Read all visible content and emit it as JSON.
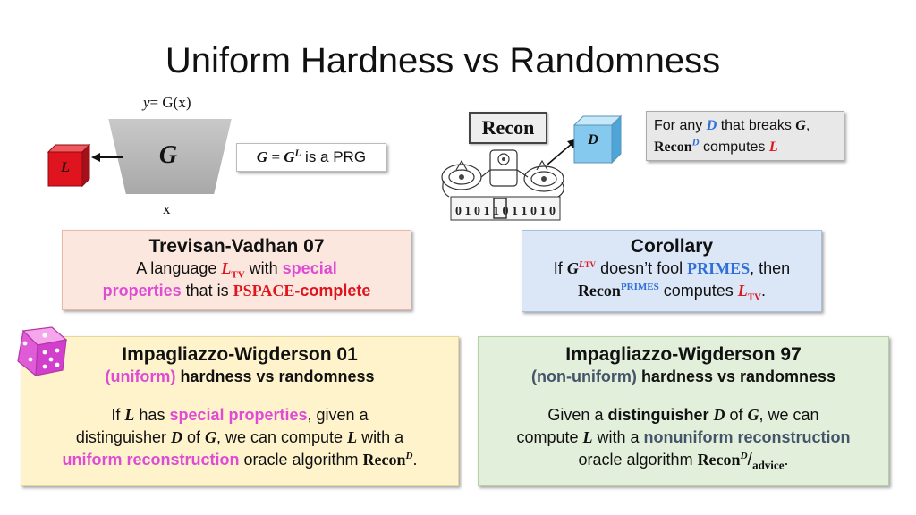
{
  "title": "Uniform Hardness vs Randomness",
  "colors": {
    "red": "#e0141e",
    "pink": "#e04bd6",
    "blue": "#2e6fd8",
    "slate": "#44546a",
    "cube_red": "#e0141e",
    "cube_blue": "#7ec8ee"
  },
  "generator": {
    "y_var": "y",
    "y_eq": "= G(x)",
    "label": "G",
    "input_label": "x",
    "output_cube": "L",
    "prg_g": "G",
    "prg_eq": " = ",
    "prg_base": "G",
    "prg_sup": "L",
    "prg_text": " is a PRG"
  },
  "recon": {
    "label": "Recon",
    "cube": "D",
    "machine_bits": "0 1 0 1 1 0 1 1 0 1 0"
  },
  "note": {
    "t1": "For any ",
    "d": "D",
    "t2": " that breaks ",
    "g": "G",
    "t3": ",",
    "recon": "Recon",
    "recon_sup": "D",
    "t4": " computes ",
    "l": "L"
  },
  "tv": {
    "title": "Trevisan-Vadhan 07",
    "l1a": "A language ",
    "l": "L",
    "l_sub": "TV",
    "l1b": " with ",
    "special1": "special",
    "special2": "properties",
    "l2": " that is ",
    "pspace": "PSPACE",
    "complete": "-complete"
  },
  "corollary": {
    "title": "Corollary",
    "if": "If ",
    "g": "G",
    "g_sup": "L",
    "g_sup_sub": "TV",
    "fool": " doesn’t fool ",
    "primes": "PRIMES",
    "then": ", then",
    "recon": "Recon",
    "recon_sup": "PRIMES",
    "computes": " computes ",
    "l": "L",
    "l_sub": "TV",
    "period": "."
  },
  "iw01": {
    "title": "Impagliazzo-Wigderson 01",
    "sub1": "(uniform)",
    "sub2": " hardness vs randomness",
    "p1a": "If ",
    "l": "L",
    "p1b": " has ",
    "special": "special properties",
    "p1c": ", given a",
    "p2a": "distinguisher ",
    "d": "D",
    "p2b": " of ",
    "g": "G",
    "p2c": ", we can compute ",
    "l2": "L",
    "p2d": " with a",
    "uniform": "uniform reconstruction",
    "p3": " oracle algorithm ",
    "recon": "Recon",
    "recon_sup": "D",
    "period": "."
  },
  "iw97": {
    "title": "Impagliazzo-Wigderson 97",
    "sub1": "(non-uniform)",
    "sub2": " hardness vs randomness",
    "p1a": "Given a ",
    "distinguisher": "distinguisher",
    "d": "D",
    "p1b": " of ",
    "g": "G",
    "p1c": ", we can",
    "p2a": "compute ",
    "l": "L",
    "p2b": " with a ",
    "nonuniform": "nonuniform reconstruction",
    "p3": "oracle algorithm ",
    "recon": "Recon",
    "recon_sup": "D",
    "slash": "/",
    "advice": "advice",
    "period": "."
  }
}
